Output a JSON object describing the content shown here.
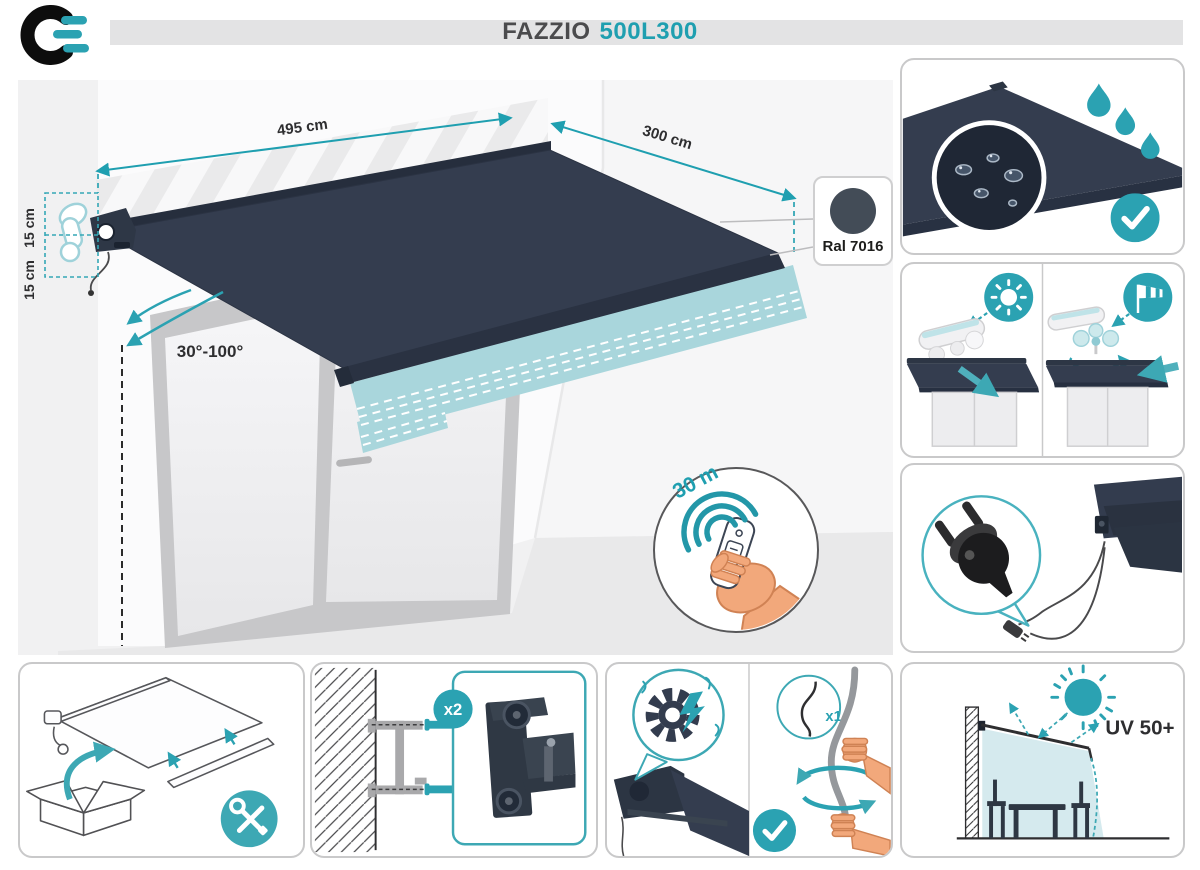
{
  "title": {
    "brand": "FAZZIO",
    "model": "500L300"
  },
  "dims": {
    "width": "495 cm",
    "depth": "300 cm",
    "height_a": "15 cm",
    "height_b": "15 cm",
    "angle": "30°-100°"
  },
  "ral": {
    "label": "Ral 7016",
    "color": "#434c57"
  },
  "remote": {
    "range": "30 m"
  },
  "counts": {
    "brackets": "x2",
    "crank": "x1"
  },
  "uv": {
    "label": "UV 50+"
  },
  "colors": {
    "accent_teal": "#2ba2b2",
    "text_teal": "#1f9fb0",
    "fabric_navy": "#343d4f",
    "valance_teal": "#a9d6dc",
    "title_gray": "#4b4b4d"
  },
  "icons": [
    "water-drops-icon",
    "magnifier-fabric-icon",
    "check-icon",
    "sun-icon",
    "windsock-icon",
    "plug-icon",
    "box-icon",
    "tools-icon",
    "anchor-bolt-icon",
    "gear-lightning-icon",
    "crank-icon",
    "uv-sun-icon",
    "remote-icon",
    "wifi-waves-icon"
  ]
}
